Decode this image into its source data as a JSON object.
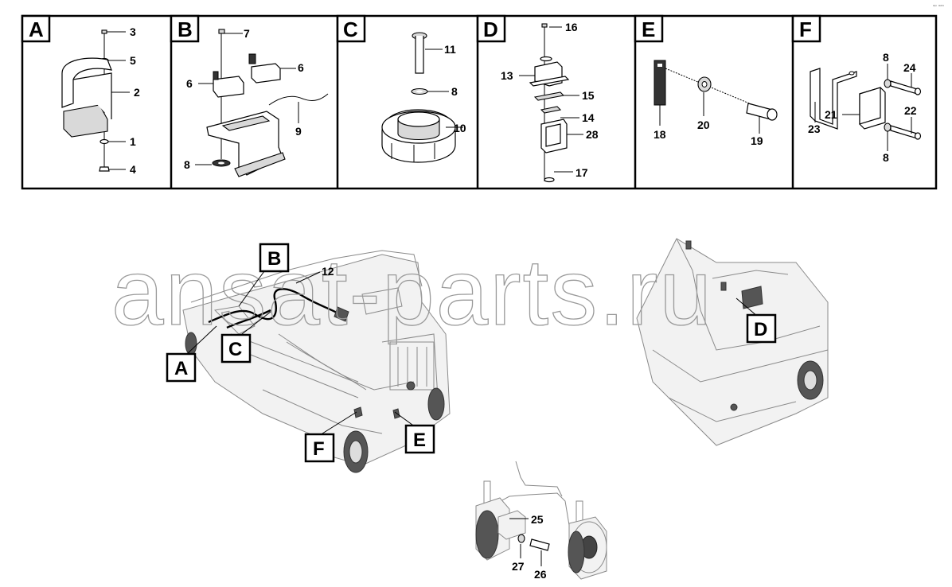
{
  "corner_mark": "ᵃᵖ ᵃᵃᵃ",
  "watermark": "ansat-parts.ru",
  "panels": [
    {
      "letter": "A",
      "callouts": [
        "3",
        "5",
        "2",
        "1",
        "4"
      ]
    },
    {
      "letter": "B",
      "callouts": [
        "7",
        "6",
        "6",
        "9",
        "8"
      ]
    },
    {
      "letter": "C",
      "callouts": [
        "11",
        "8",
        "10"
      ]
    },
    {
      "letter": "D",
      "callouts": [
        "16",
        "13",
        "15",
        "14",
        "28",
        "17"
      ]
    },
    {
      "letter": "E",
      "callouts": [
        "18",
        "20",
        "19"
      ]
    },
    {
      "letter": "F",
      "callouts": [
        "8",
        "24",
        "23",
        "21",
        "22",
        "8"
      ]
    }
  ],
  "main_view": {
    "location_labels": [
      "B",
      "A",
      "C",
      "F",
      "E",
      "D"
    ],
    "callouts": [
      "12"
    ]
  },
  "wheel_view": {
    "callouts": [
      "25",
      "27",
      "26"
    ]
  }
}
